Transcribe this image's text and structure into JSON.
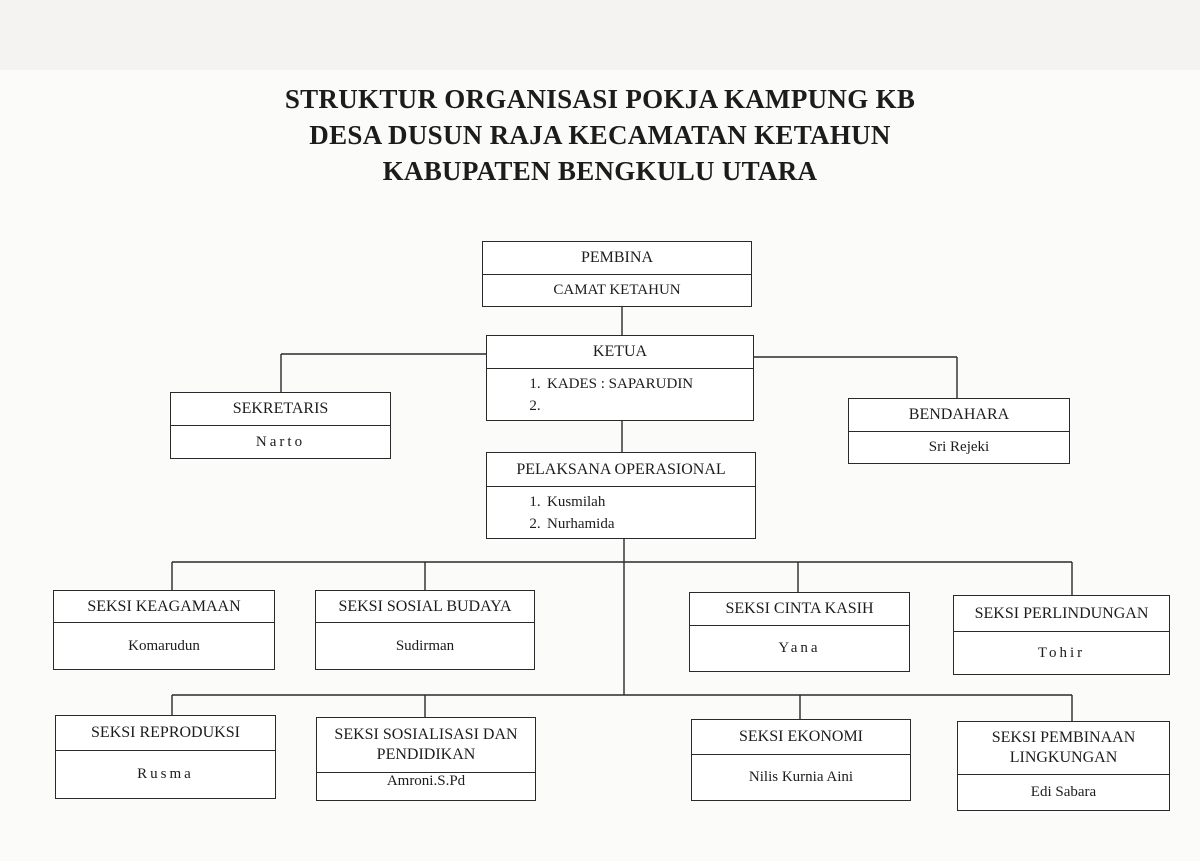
{
  "title": {
    "line1": "STRUKTUR ORGANISASI POKJA KAMPUNG KB",
    "line2": "DESA DUSUN RAJA KECAMATAN KETAHUN",
    "line3": "KABUPATEN BENGKULU UTARA"
  },
  "pembina": {
    "label": "PEMBINA",
    "value": "CAMAT KETAHUN"
  },
  "ketua": {
    "label": "KETUA",
    "items": [
      {
        "num": "1.",
        "text": "KADES : SAPARUDIN"
      },
      {
        "num": "2.",
        "text": ""
      }
    ]
  },
  "sekretaris": {
    "label": "SEKRETARIS",
    "value": "Narto"
  },
  "bendahara": {
    "label": "BENDAHARA",
    "value": "Sri Rejeki"
  },
  "pelaksana": {
    "label": "PELAKSANA OPERASIONAL",
    "items": [
      {
        "num": "1.",
        "text": "Kusmilah"
      },
      {
        "num": "2.",
        "text": "Nurhamida"
      }
    ]
  },
  "seksi_row1": [
    {
      "label": "SEKSI KEAGAMAAN",
      "value": "Komarudun"
    },
    {
      "label": "SEKSI SOSIAL BUDAYA",
      "value": "Sudirman"
    },
    {
      "label": "SEKSI CINTA KASIH",
      "value": "Yana"
    },
    {
      "label": "SEKSI PERLINDUNGAN",
      "value": "Tohir"
    }
  ],
  "seksi_row2": [
    {
      "label": "SEKSI REPRODUKSI",
      "value": "Rusma"
    },
    {
      "label_line1": "SEKSI SOSIALISASI DAN",
      "label_line2": "PENDIDIKAN",
      "value": "Amroni.S.Pd"
    },
    {
      "label": "SEKSI EKONOMI",
      "value": "Nilis Kurnia Aini"
    },
    {
      "label_line1": "SEKSI PEMBINAAN",
      "label_line2": "LINGKUNGAN",
      "value": "Edi Sabara"
    }
  ]
}
